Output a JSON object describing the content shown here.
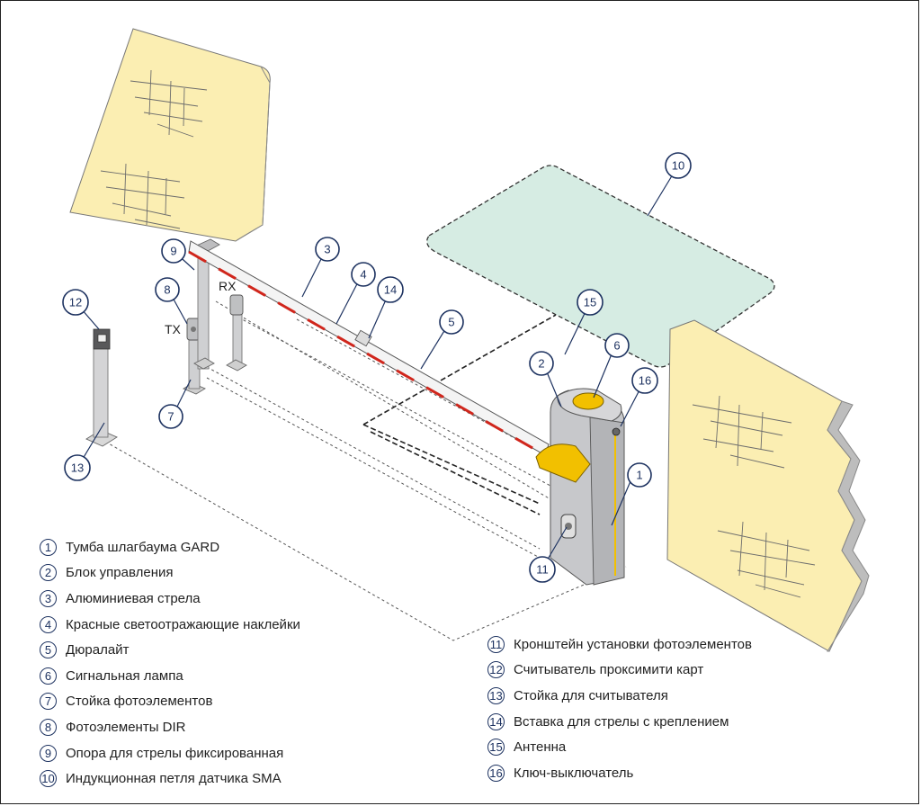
{
  "callouts": [
    "1",
    "2",
    "3",
    "4",
    "5",
    "6",
    "7",
    "8",
    "9",
    "10",
    "11",
    "12",
    "13",
    "14",
    "15",
    "16"
  ],
  "labels": {
    "tx": "TX",
    "rx": "RX"
  },
  "legend_left": [
    {
      "num": "1",
      "text": "Тумба шлагбаума GARD"
    },
    {
      "num": "2",
      "text": "Блок управления"
    },
    {
      "num": "3",
      "text": "Алюминиевая стрела"
    },
    {
      "num": "4",
      "text": "Красные светоотражающие наклейки"
    },
    {
      "num": "5",
      "text": "Дюралайт"
    },
    {
      "num": "6",
      "text": "Сигнальная лампа"
    },
    {
      "num": "7",
      "text": "Стойка фотоэлементов"
    },
    {
      "num": "8",
      "text": "Фотоэлементы DIR"
    },
    {
      "num": "9",
      "text": "Опора для стрелы фиксированная"
    },
    {
      "num": "10",
      "text": "Индукционная петля датчика SMA"
    }
  ],
  "legend_right": [
    {
      "num": "11",
      "text": "Кронштейн установки фотоэлементов"
    },
    {
      "num": "12",
      "text": "Считыватель проксимити карт"
    },
    {
      "num": "13",
      "text": "Стойка для считывателя"
    },
    {
      "num": "14",
      "text": "Вставка для стрелы с креплением"
    },
    {
      "num": "15",
      "text": "Антенна"
    },
    {
      "num": "16",
      "text": "Ключ-выключатель"
    }
  ],
  "colors": {
    "wall": "#fbeeb2",
    "wall_side": "#b9b9b9",
    "loop": "#d6ece3",
    "cabinet": "#c7c8cb",
    "accent": "#f2c000",
    "stripe": "#d0261c",
    "callout": "#1d3260"
  }
}
